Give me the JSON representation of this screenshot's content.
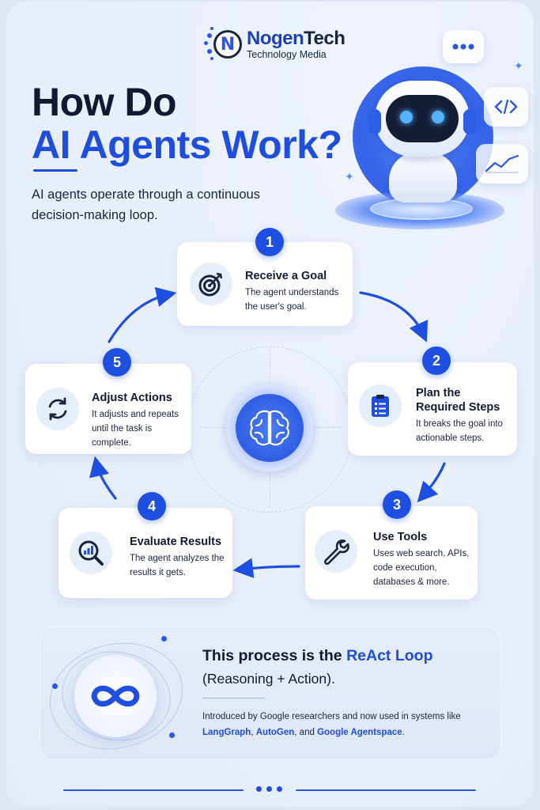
{
  "brand": {
    "name_part1": "Nogen",
    "name_part2": "Tech",
    "tagline": "Technology Media",
    "mark_letter": "N"
  },
  "title": {
    "line1": "How Do",
    "line2": "AI Agents Work?"
  },
  "subtitle": "AI agents operate through a continuous decision-making loop.",
  "steps": [
    {
      "number": "1",
      "title": "Receive a Goal",
      "description": "The agent understands the user's goal.",
      "icon": "target-icon"
    },
    {
      "number": "2",
      "title": "Plan the Required Steps",
      "description": "It breaks the goal into actionable steps.",
      "icon": "clipboard-checklist-icon"
    },
    {
      "number": "3",
      "title": "Use Tools",
      "description": "Uses web search, APIs, code execution, databases & more.",
      "icon": "wrench-icon"
    },
    {
      "number": "4",
      "title": "Evaluate Results",
      "description": "The agent analyzes the results it gets.",
      "icon": "magnifier-chart-icon"
    },
    {
      "number": "5",
      "title": "Adjust Actions",
      "description": "It adjusts and repeats until the task is complete.",
      "icon": "refresh-cycle-icon"
    }
  ],
  "center_icon": "brain-icon",
  "banner": {
    "heading_prefix": "This process is the ",
    "heading_highlight": "ReAct Loop",
    "heading_line2": "(Reasoning + Action).",
    "text_prefix": "Introduced by Google researchers and now used in systems like ",
    "highlight1": "LangGraph",
    "sep1": ", ",
    "highlight2": "AutoGen",
    "sep2": ", and ",
    "highlight3": "Google Agentspace",
    "text_suffix": ".",
    "icon": "infinity-icon"
  },
  "colors": {
    "accent": "#1e4de0",
    "dark": "#121a33",
    "background": "#eaf0fa"
  }
}
